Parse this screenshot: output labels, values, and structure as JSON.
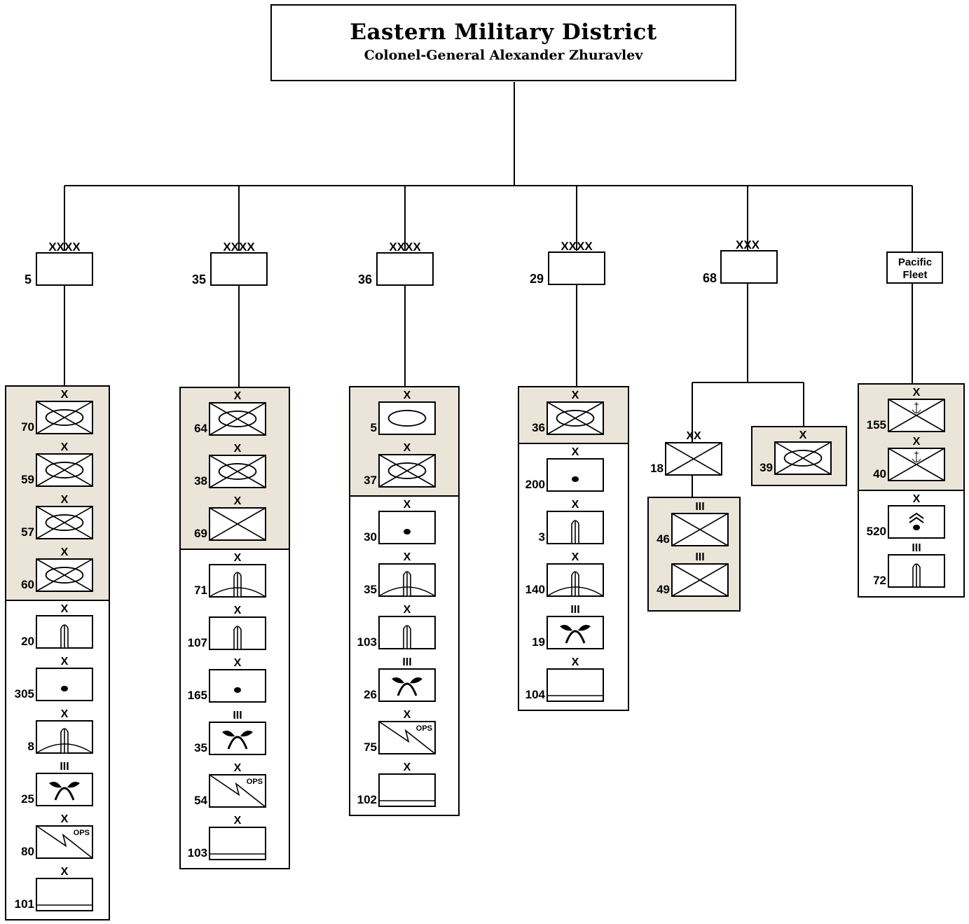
{
  "header": {
    "title": "Eastern Military District",
    "subtitle": "Colonel-General Alexander Zhuravlev"
  },
  "colors": {
    "panel": "#ebe5d9",
    "line": "#000000",
    "background": "#ffffff"
  },
  "formations": [
    {
      "id": "f5",
      "number": "5",
      "echelon": "XXXX",
      "groups": [
        {
          "shaded": true,
          "units": [
            {
              "number": "70",
              "echelon": "X",
              "type": "motor-rifle"
            },
            {
              "number": "59",
              "echelon": "X",
              "type": "motor-rifle"
            },
            {
              "number": "57",
              "echelon": "X",
              "type": "motor-rifle"
            },
            {
              "number": "60",
              "echelon": "X",
              "type": "motor-rifle"
            }
          ]
        },
        {
          "shaded": false,
          "units": [
            {
              "number": "20",
              "echelon": "X",
              "type": "missile"
            },
            {
              "number": "305",
              "echelon": "X",
              "type": "artillery"
            },
            {
              "number": "8",
              "echelon": "X",
              "type": "air-defense-missile"
            },
            {
              "number": "25",
              "echelon": "III",
              "type": "engineer"
            },
            {
              "number": "80",
              "echelon": "X",
              "type": "signal-ops",
              "tag": "OPS"
            },
            {
              "number": "101",
              "echelon": "X",
              "type": "logistics"
            }
          ]
        }
      ]
    },
    {
      "id": "f35",
      "number": "35",
      "echelon": "XXXX",
      "groups": [
        {
          "shaded": true,
          "units": [
            {
              "number": "64",
              "echelon": "X",
              "type": "motor-rifle"
            },
            {
              "number": "38",
              "echelon": "X",
              "type": "motor-rifle"
            },
            {
              "number": "69",
              "echelon": "X",
              "type": "infantry"
            }
          ]
        },
        {
          "shaded": false,
          "units": [
            {
              "number": "71",
              "echelon": "X",
              "type": "air-defense-missile"
            },
            {
              "number": "107",
              "echelon": "X",
              "type": "missile"
            },
            {
              "number": "165",
              "echelon": "X",
              "type": "artillery"
            },
            {
              "number": "35",
              "echelon": "III",
              "type": "engineer"
            },
            {
              "number": "54",
              "echelon": "X",
              "type": "signal-ops",
              "tag": "OPS"
            },
            {
              "number": "103",
              "echelon": "X",
              "type": "logistics"
            }
          ]
        }
      ]
    },
    {
      "id": "f36",
      "number": "36",
      "echelon": "XXXX",
      "groups": [
        {
          "shaded": true,
          "units": [
            {
              "number": "5",
              "echelon": "X",
              "type": "armor"
            },
            {
              "number": "37",
              "echelon": "X",
              "type": "motor-rifle"
            }
          ]
        },
        {
          "shaded": false,
          "units": [
            {
              "number": "30",
              "echelon": "X",
              "type": "artillery"
            },
            {
              "number": "35",
              "echelon": "X",
              "type": "air-defense-missile"
            },
            {
              "number": "103",
              "echelon": "X",
              "type": "missile"
            },
            {
              "number": "26",
              "echelon": "III",
              "type": "engineer"
            },
            {
              "number": "75",
              "echelon": "X",
              "type": "signal-ops",
              "tag": "OPS"
            },
            {
              "number": "102",
              "echelon": "X",
              "type": "logistics"
            }
          ]
        }
      ]
    },
    {
      "id": "f29",
      "number": "29",
      "echelon": "XXXX",
      "groups": [
        {
          "shaded": true,
          "units": [
            {
              "number": "36",
              "echelon": "X",
              "type": "motor-rifle"
            }
          ]
        },
        {
          "shaded": false,
          "units": [
            {
              "number": "200",
              "echelon": "X",
              "type": "artillery"
            },
            {
              "number": "3",
              "echelon": "X",
              "type": "missile"
            },
            {
              "number": "140",
              "echelon": "X",
              "type": "air-defense-missile"
            },
            {
              "number": "19",
              "echelon": "III",
              "type": "engineer"
            },
            {
              "number": "104",
              "echelon": "X",
              "type": "logistics"
            }
          ]
        }
      ]
    },
    {
      "id": "f68",
      "number": "68",
      "echelon": "XXX",
      "division": {
        "number": "18",
        "echelon": "XX",
        "type": "infantry",
        "regiments": [
          {
            "number": "46",
            "echelon": "III",
            "type": "infantry"
          },
          {
            "number": "49",
            "echelon": "III",
            "type": "infantry"
          }
        ]
      },
      "brigade": {
        "number": "39",
        "echelon": "X",
        "type": "motor-rifle"
      }
    },
    {
      "id": "fleet",
      "number": "",
      "label_line1": "Pacific",
      "label_line2": "Fleet",
      "groups": [
        {
          "shaded": true,
          "units": [
            {
              "number": "155",
              "echelon": "X",
              "type": "naval-infantry"
            },
            {
              "number": "40",
              "echelon": "X",
              "type": "naval-infantry"
            }
          ]
        },
        {
          "shaded": false,
          "units": [
            {
              "number": "520",
              "echelon": "X",
              "type": "coastal-artillery"
            },
            {
              "number": "72",
              "echelon": "III",
              "type": "missile"
            }
          ]
        }
      ]
    }
  ]
}
